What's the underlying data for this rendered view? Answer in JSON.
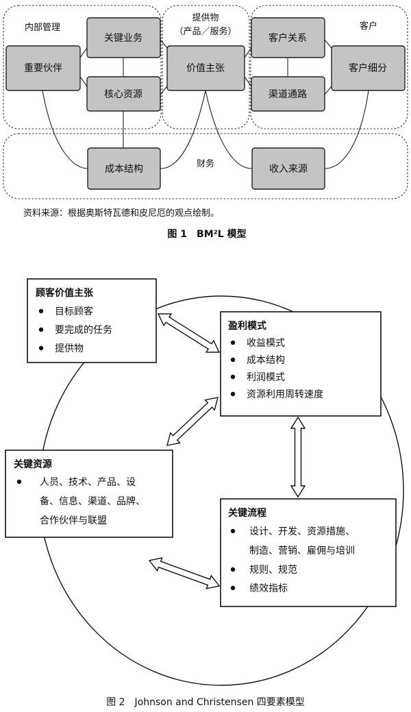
{
  "figure1": {
    "regions": {
      "internal": "内部管理",
      "offering_line1": "提供物",
      "offering_line2": "（产品／服务）",
      "customer": "客户",
      "finance": "财务"
    },
    "blocks": {
      "key_partners": "重要伙伴",
      "key_activities": "关键业务",
      "key_resources": "核心资源",
      "value_proposition": "价值主张",
      "customer_relationships": "客户关系",
      "channels": "渠道通路",
      "customer_segments": "客户细分",
      "cost_structure": "成本结构",
      "revenue_streams": "收入来源"
    },
    "source": "资料来源：根据奥斯特瓦德和皮尼厄的观点绘制。",
    "caption": "图 1　BM²L 模型"
  },
  "figure2": {
    "boxes": {
      "cvp": {
        "title": "顾客价值主张",
        "items": [
          "目标顾客",
          "要完成的任务",
          "提供物"
        ]
      },
      "profit": {
        "title": "盈利模式",
        "items": [
          "收益模式",
          "成本结构",
          "利润模式",
          "资源利用周转速度"
        ]
      },
      "resources": {
        "title": "关键资源",
        "items": [
          "人员、技术、产品、设",
          "备、信息、渠道、品牌、",
          "合作伙伴与联盟"
        ]
      },
      "process": {
        "title": "关键流程",
        "items": [
          "设计、开发、资源措施、",
          "制造、营销、雇佣与培训",
          "规则、规范",
          "绩效指标"
        ]
      }
    },
    "caption": "图 2　Johnson and Christensen 四要素模型"
  }
}
